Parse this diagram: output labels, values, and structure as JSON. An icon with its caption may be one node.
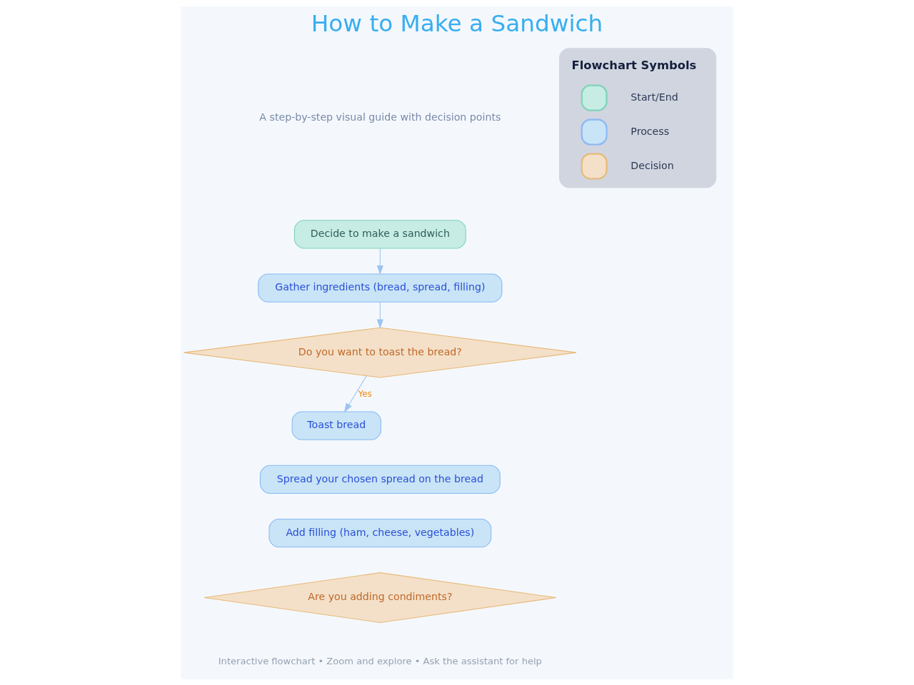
{
  "diagram": {
    "title": "How to Make a Sandwich",
    "nodes": [
      {
        "text": [
          "Decide to make a sandwich"
        ]
      },
      {
        "text": [
          "Gather ingredients (bread, spread, filling)"
        ]
      },
      {
        "text": [
          "Do you want to toast the bread?"
        ]
      },
      {
        "text": [
          "Toast bread"
        ]
      },
      {
        "text": [
          "Spread your chosen spread on the bread"
        ]
      },
      {
        "text": [
          "Add filling (ham, cheese, vegetables)"
        ]
      },
      {
        "text": [
          "Are you adding condiments?"
        ]
      }
    ],
    "edges": [
      {
        "from": 0,
        "to": 1,
        "arrow": "to"
      },
      {
        "from": 1,
        "to": 2,
        "arrow": "to"
      },
      {
        "from": 2,
        "to": 3,
        "arrow": "to",
        "label": "Yes"
      }
    ],
    "labels": [
      "A step-by-step visual guide with decision points",
      "Flowchart Symbols",
      "Interactive flowchart • Zoom and explore • Ask the assistant for help"
    ],
    "legend": [
      {
        "text": "Start/End",
        "color": "#c6ece4"
      },
      {
        "text": "Process",
        "color": "#c8e4f6"
      },
      {
        "text": "Decision",
        "color": "#f4e0c8"
      }
    ]
  }
}
